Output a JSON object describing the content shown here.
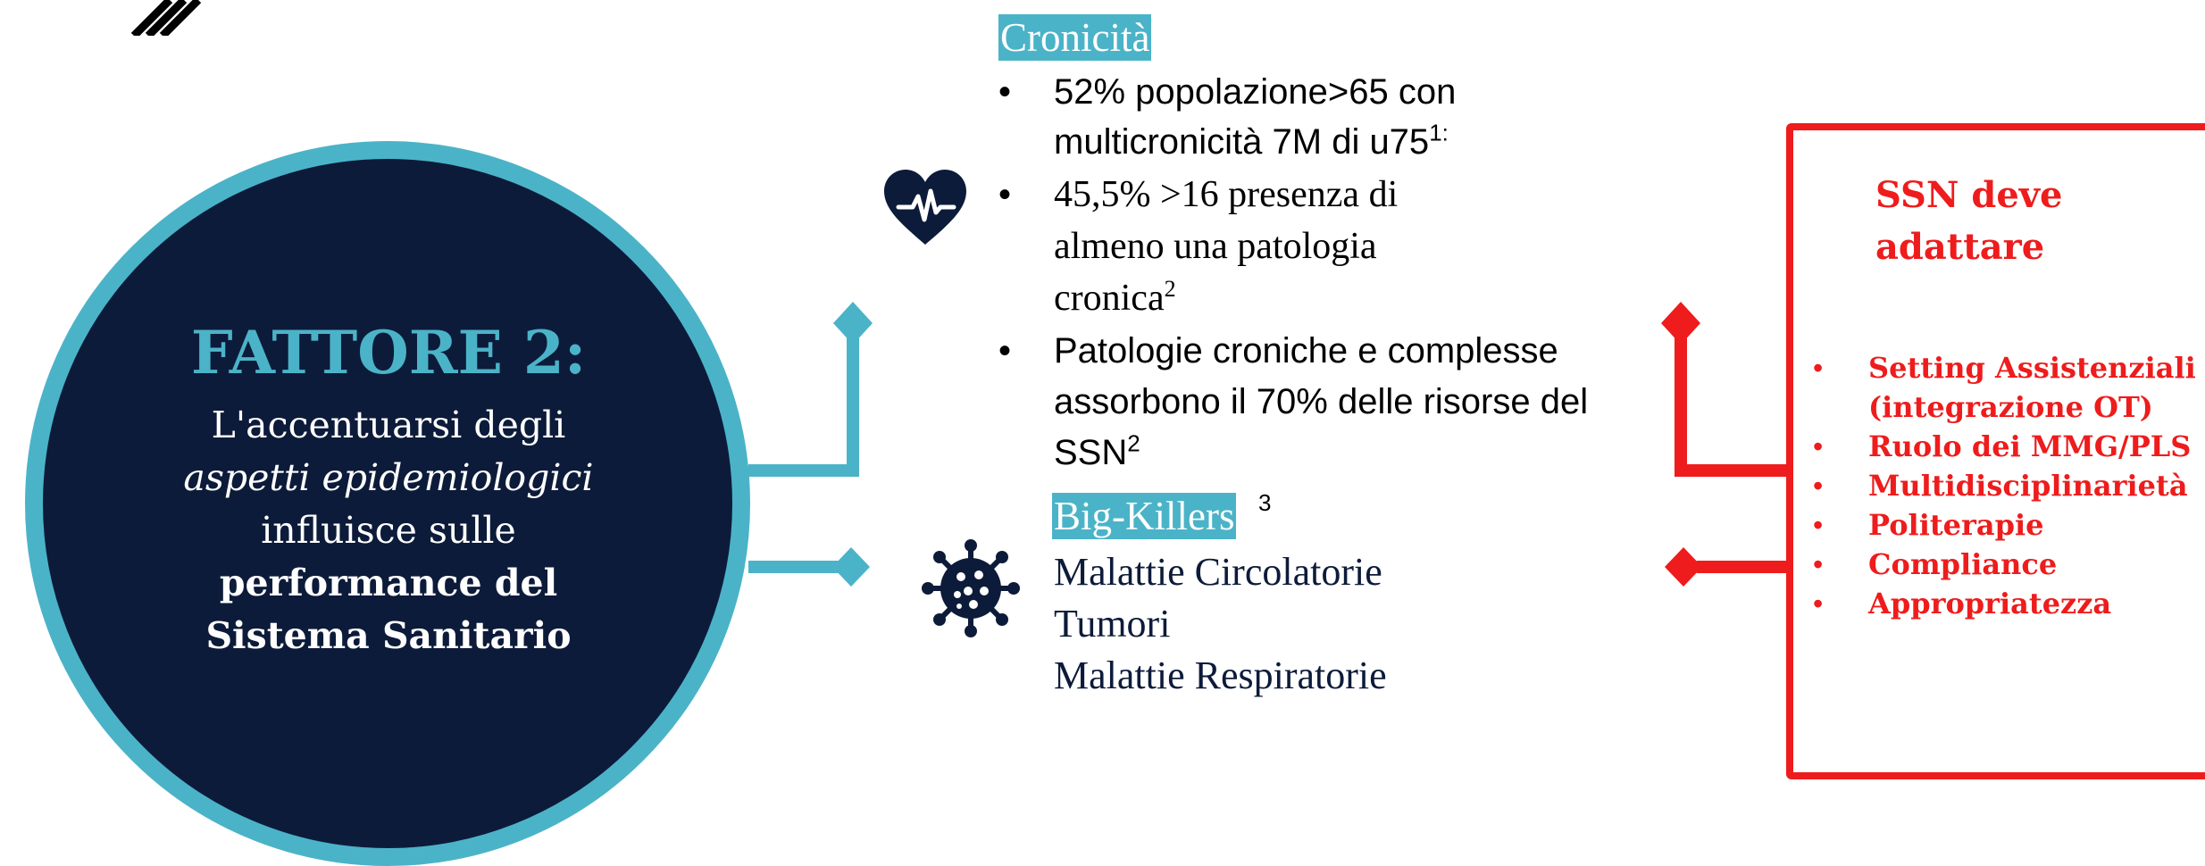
{
  "colors": {
    "teal": "#4bb3c8",
    "navy": "#0d1b3a",
    "red": "#ee1c1c"
  },
  "factor": {
    "title": "FATTORE 2:",
    "line1": "L'accentuarsi degli",
    "line2_italic": "aspetti epidemiologici",
    "line3": "influisce sulle",
    "line4_bold": "performance del",
    "line5_bold": "Sistema Sanitario"
  },
  "cronicita": {
    "label": "Cronicità",
    "icon": "heart-pulse-icon",
    "bullets": [
      {
        "lines": [
          "52% popolazione>65 con",
          "multicronicità 7M di u75"
        ],
        "sup": "1:"
      },
      {
        "lines": [
          "45,5% >16 presenza di",
          "almeno una patologia",
          "cronica"
        ],
        "sup": "2"
      },
      {
        "lines": [
          "Patologie croniche e complesse",
          "assorbono il 70% delle risorse del",
          "SSN"
        ],
        "sup": "2"
      }
    ]
  },
  "big_killers": {
    "label": "Big-Killers",
    "sup": "3",
    "icon": "virus-icon",
    "items": [
      "Malattie Circolatorie",
      "Tumori",
      "Malattie Respiratorie"
    ]
  },
  "ssn_box": {
    "title_line1": "SSN deve",
    "title_line2": "adattare",
    "items": [
      "Setting Assistenziali",
      "(integrazione OT)",
      "Ruolo dei MMG/PLS",
      "Multidisciplinarietà",
      "Politerapie",
      "Compliance",
      "Appropriatezza"
    ]
  }
}
